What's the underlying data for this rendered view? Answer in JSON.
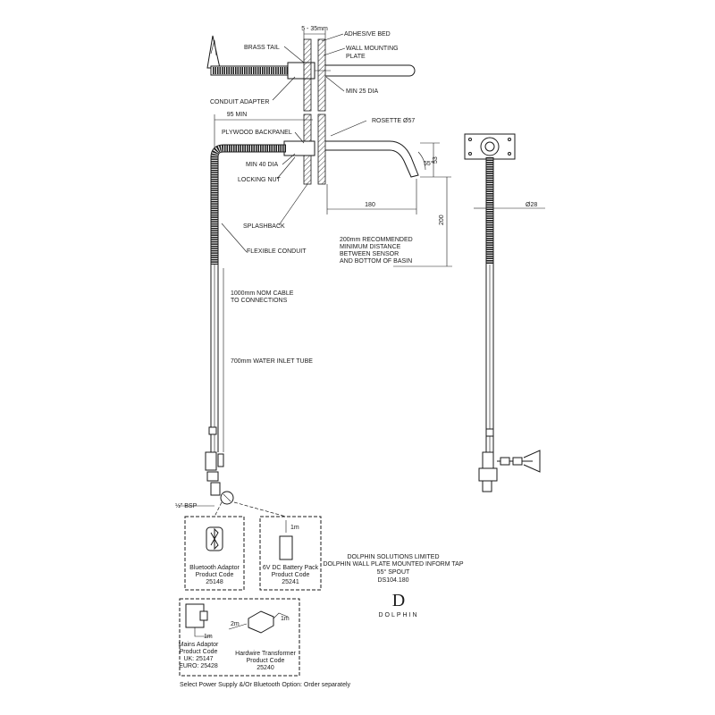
{
  "labels": {
    "dim_5_35": "5 - 35mm",
    "adhesive_bed": "ADHESIVE BED",
    "brass_tail": "BRASS TAIL",
    "wall_mounting_plate_1": "WALL MOUNTING",
    "wall_mounting_plate_2": "PLATE",
    "conduit_adapter": "CONDUIT ADAPTER",
    "min_25_dia": "MIN 25 DIA",
    "dim_95_min": "95 MIN",
    "plywood_backpanel": "PLYWOOD BACKPANEL",
    "rosette": "ROSETTE Ø57",
    "min_40_dia": "MIN 40 DIA",
    "locking_nut": "LOCKING NUT",
    "angle_55": "55°",
    "dim_53": "53",
    "dim_180": "180",
    "dim_200": "200",
    "dim_28": "Ø28",
    "splashback": "SPLASHBACK",
    "flexible_conduit": "FLEXIBLE CONDUIT",
    "recommended_1": "200mm RECOMMENDED",
    "recommended_2": "MINIMUM DISTANCE",
    "recommended_3": "BETWEEN SENSOR",
    "recommended_4": "AND BOTTOM OF BASIN",
    "cable_1": "1000mm NOM CABLE",
    "cable_2": "TO CONNECTIONS",
    "water_inlet": "700mm WATER INLET TUBE",
    "bsp": "½\" BSP"
  },
  "options": {
    "bluetooth": {
      "line1": "Bluetooth Adaptor",
      "line2": "Product Code",
      "code": "25148"
    },
    "battery": {
      "length": "1m",
      "line1": "6V DC Battery Pack",
      "line2": "Product Code",
      "code": "25241"
    },
    "mains": {
      "length": "1m",
      "line1": "Mains Adaptor",
      "line2": "Product Code",
      "uk": "UK: 25147",
      "euro": "EURO: 25428"
    },
    "transformer": {
      "length_a": "2m",
      "length_b": "1m",
      "line1": "Hardwire Transformer",
      "line2": "Product Code",
      "code": "25240"
    },
    "footnote": "Select Power Supply &/Or Bluetooth Option: Order separately"
  },
  "title_block": {
    "company": "DOLPHIN SOLUTIONS LIMITED",
    "product": "DOLPHIN WALL PLATE MOUNTED INFORM TAP",
    "spout": "55° SPOUT",
    "code": "DS104.180",
    "logo_letter": "D",
    "logo_word": "DOLPHIN"
  },
  "colors": {
    "ink": "#1a1a1a",
    "paper": "#ffffff"
  }
}
